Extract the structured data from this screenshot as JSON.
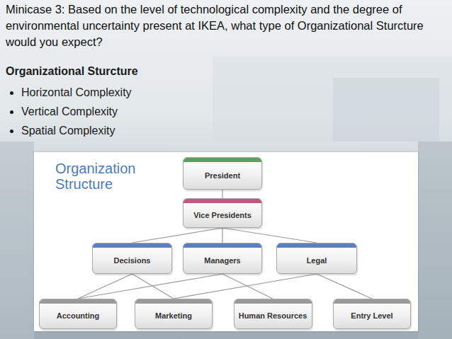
{
  "diagram": {
    "title": "Minicase 3: Based on the level of technological complexity and the degree of environmental uncertainty present at IKEA, what type of Organizational Sturcture would you expect?",
    "nodes": [
      {
        "text": [
          "Organization Structure"
        ]
      },
      {
        "text": [
          "President"
        ],
        "in": 0
      },
      {
        "text": [
          "Vice Presidents"
        ],
        "in": 0
      },
      {
        "text": [
          "Decisions"
        ],
        "in": 0
      },
      {
        "text": [
          "Managers"
        ],
        "in": 0
      },
      {
        "text": [
          "Legal"
        ],
        "in": 0
      },
      {
        "text": [
          "Accounting"
        ],
        "in": 0
      },
      {
        "text": [
          "Marketing"
        ],
        "in": 0
      },
      {
        "text": [
          "Human Resources"
        ],
        "in": 0
      },
      {
        "text": [
          "Entry Level"
        ],
        "in": 0
      }
    ],
    "edges": [
      {
        "from": 1,
        "to": 2,
        "arrow": "none"
      },
      {
        "from": 2,
        "to": 3,
        "arrow": "none"
      },
      {
        "from": 2,
        "to": 4,
        "arrow": "none"
      },
      {
        "from": 2,
        "to": 5,
        "arrow": "none"
      },
      {
        "from": 3,
        "to": 6,
        "arrow": "none"
      },
      {
        "from": 3,
        "to": 7,
        "arrow": "none"
      },
      {
        "from": 4,
        "to": 6,
        "arrow": "none"
      },
      {
        "from": 4,
        "to": 8,
        "arrow": "none"
      },
      {
        "from": 5,
        "to": 7,
        "arrow": "none"
      },
      {
        "from": 5,
        "to": 9,
        "arrow": "none"
      }
    ],
    "labels": [
      "Organizational Sturcture",
      "Horizontal Complexity",
      "Vertical Complexity",
      "Spatial Complexity"
    ]
  }
}
